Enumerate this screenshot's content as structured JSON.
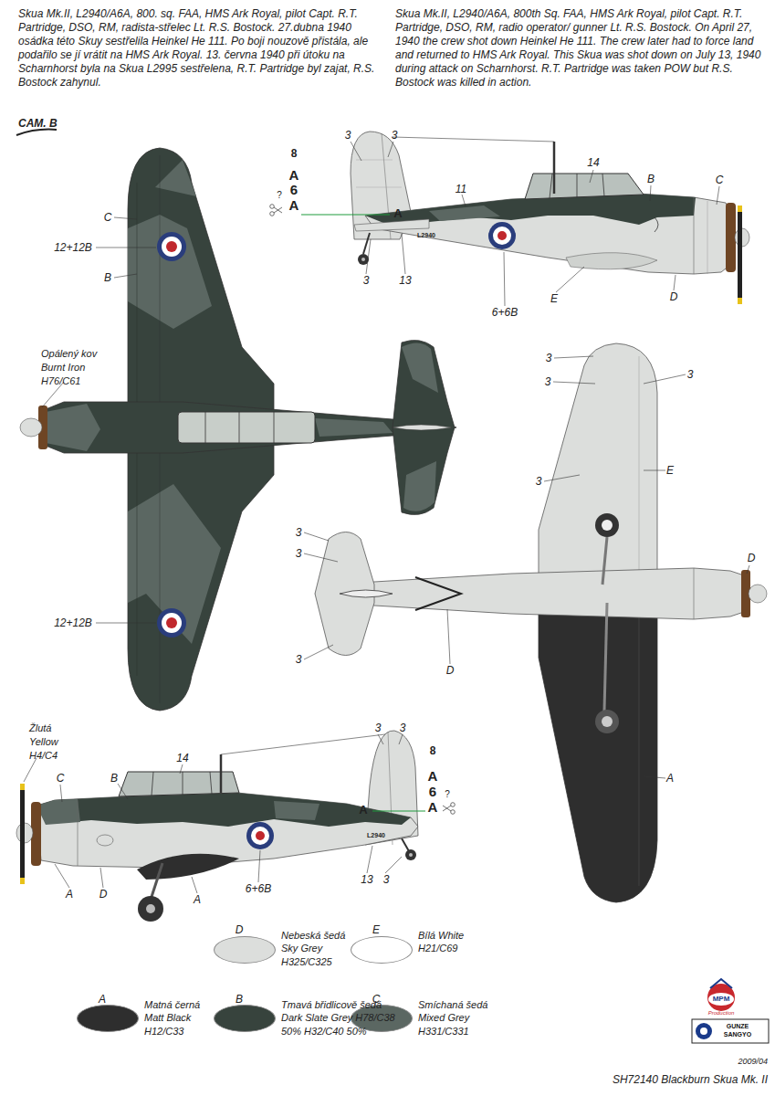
{
  "diagram": {
    "caption": "SH72140 Blackburn Skua Mk. II",
    "labels": [
      "Skua Mk.II, L2940/A6A, 800. sq. FAA, HMS Ark Royal, pilot Capt. R.T. Partridge, DSO, RM, radista-střelec Lt. R.S. Bostock. 27.dubna 1940 osádka této Skuy sestřelila Heinkel He 111. Po boji nouzově přistála, ale podařilo se jí vrátit na HMS Ark Royal. 13. června 1940 při útoku na Scharnhorst byla na Skua L2995 sestřelena, R.T. Partridge byl zajat, R.S. Bostock zahynul.",
      "Skua Mk.II, L2940/A6A, 800th Sq. FAA, HMS Ark Royal, pilot Capt. R.T. Partridge, DSO, RM, radio operator/ gunner Lt. R.S. Bostock. On April 27, 1940 the crew shot down Heinkel He 111. The crew later had to force land and returned to HMS Ark Royal. This Skua was shot down on July 13, 1940 during attack on Scharnhorst. R.T. Partridge was taken POW but R.S. Bostock was killed in action.",
      "CAM. B",
      "8",
      "A",
      "6",
      "A",
      "?",
      "3",
      "3",
      "14",
      "11",
      "B",
      "C",
      "A",
      "L2940",
      "3",
      "13",
      "6+6B",
      "E",
      "D",
      "C",
      "12+12B",
      "B",
      "Opálený kov",
      "Burnt Iron",
      "H76/C61",
      "12+12B",
      "3",
      "3",
      "3",
      "3",
      "E",
      "D",
      "3",
      "3",
      "3",
      "D",
      "A",
      "Žlutá",
      "Yellow",
      "H4/C4",
      "C",
      "B",
      "14",
      "3",
      "3",
      "8",
      "A",
      "6",
      "A",
      "?",
      "A",
      "L2940",
      "13",
      "3",
      "6+6B",
      "D",
      "A",
      "A",
      "D",
      "E",
      "A",
      "B",
      "C",
      "MPM",
      "Production",
      "GUNZE SANGYO",
      "2009/04"
    ],
    "legend": [
      {
        "text": "Nebeská šedá Sky Grey H325/C325",
        "color": "#dcdedc"
      },
      {
        "text": "Bílá White H21/C69",
        "color": "#ffffff"
      },
      {
        "text": "Matná černá Matt Black H12/C33",
        "color": "#2e2e2e"
      },
      {
        "text": "Tmavá břidlicově šedá Dark Slate Grey H78/C38 50% H32/C40 50%",
        "color": "#37433d"
      },
      {
        "text": "Smíchaná šedá Mixed Grey H331/C331",
        "color": "#5b6762"
      }
    ]
  }
}
